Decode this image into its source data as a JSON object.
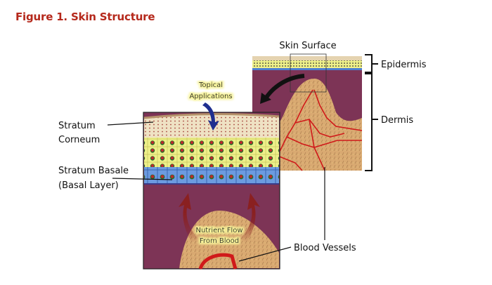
{
  "title": "Figure 1. Skin Structure",
  "labels": {
    "skin_surface": "Skin Surface",
    "epidermis": "Epidermis",
    "dermis": "Dermis",
    "topical_line1": "Topical",
    "topical_line2": "Applications",
    "stratum_corneum_line1": "Stratum",
    "stratum_corneum_line2": "Corneum",
    "stratum_basale_line1": "Stratum Basale",
    "stratum_basale_line2": "(Basal Layer)",
    "nutrient_line1": "Nutrient Flow",
    "nutrient_line2": "From Blood",
    "blood_vessels": "Blood Vessels"
  },
  "colors": {
    "title": "#b5281b",
    "dermis": "#7d3456",
    "tissue": "#d9a971",
    "vessel": "#d01a1a",
    "basal": "#5b8fd6",
    "spinous": "#eef08a"
  }
}
